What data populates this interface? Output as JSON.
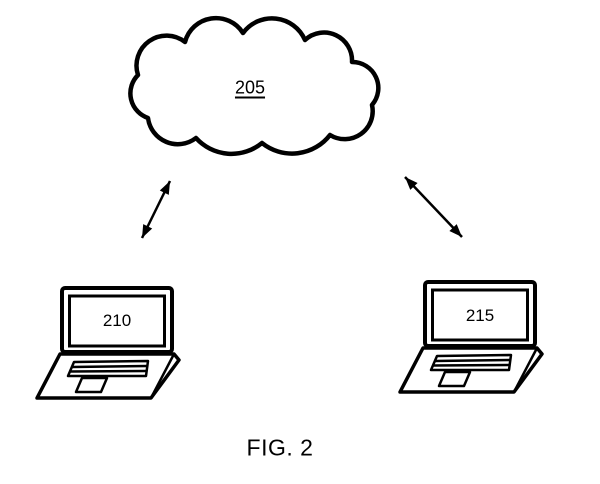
{
  "figure": {
    "caption": "FIG. 2",
    "cloud": {
      "label": "205",
      "shape": "network-cloud"
    },
    "laptop_left": {
      "label": "210"
    },
    "laptop_right": {
      "label": "215"
    },
    "connections": [
      {
        "from": "205",
        "to": "210",
        "style": "double-headed-arrow"
      },
      {
        "from": "205",
        "to": "215",
        "style": "double-headed-arrow"
      }
    ],
    "ink_color": "#000000",
    "background_color": "#ffffff"
  }
}
